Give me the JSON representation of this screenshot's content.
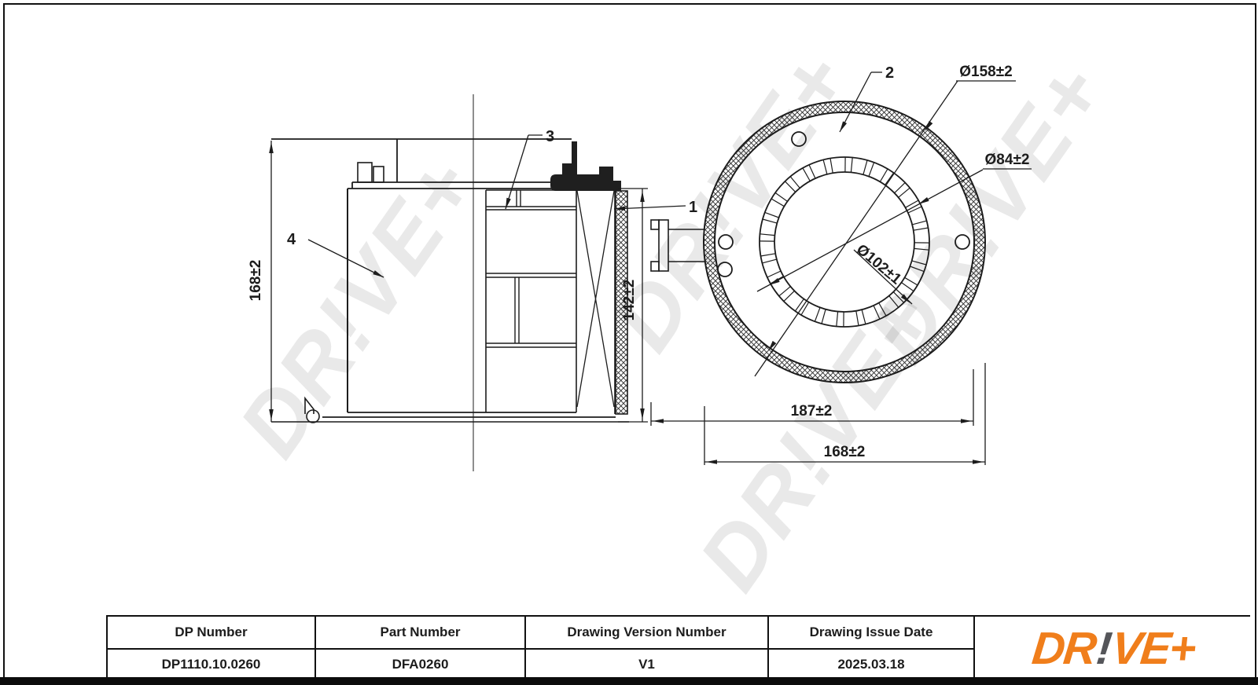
{
  "page": {
    "bg": "#ffffff",
    "ink": "#1c1c1c"
  },
  "watermark": {
    "text": "DR!VE+"
  },
  "logo": {
    "dr": "DR",
    "excl": "!",
    "vep": "VE+",
    "orange": "#F07E1B",
    "gray": "#55565A"
  },
  "callouts": {
    "c1": "1",
    "c2": "2",
    "c3": "3",
    "c4": "4"
  },
  "dims": {
    "height": "168±2",
    "media_height": "142±2",
    "seal_dia": "Ø158±2",
    "core_dia": "Ø84±2",
    "pleat_dia": "Ø102±1",
    "overall_width": "187±2",
    "outer_dia": "168±2"
  },
  "table": {
    "columns": [
      {
        "header": "DP Number",
        "value": "DP1110.10.0260"
      },
      {
        "header": "Part Number",
        "value": "DFA0260"
      },
      {
        "header": "Drawing Version Number",
        "value": "V1"
      },
      {
        "header": "Drawing Issue Date",
        "value": "2025.03.18"
      }
    ]
  }
}
